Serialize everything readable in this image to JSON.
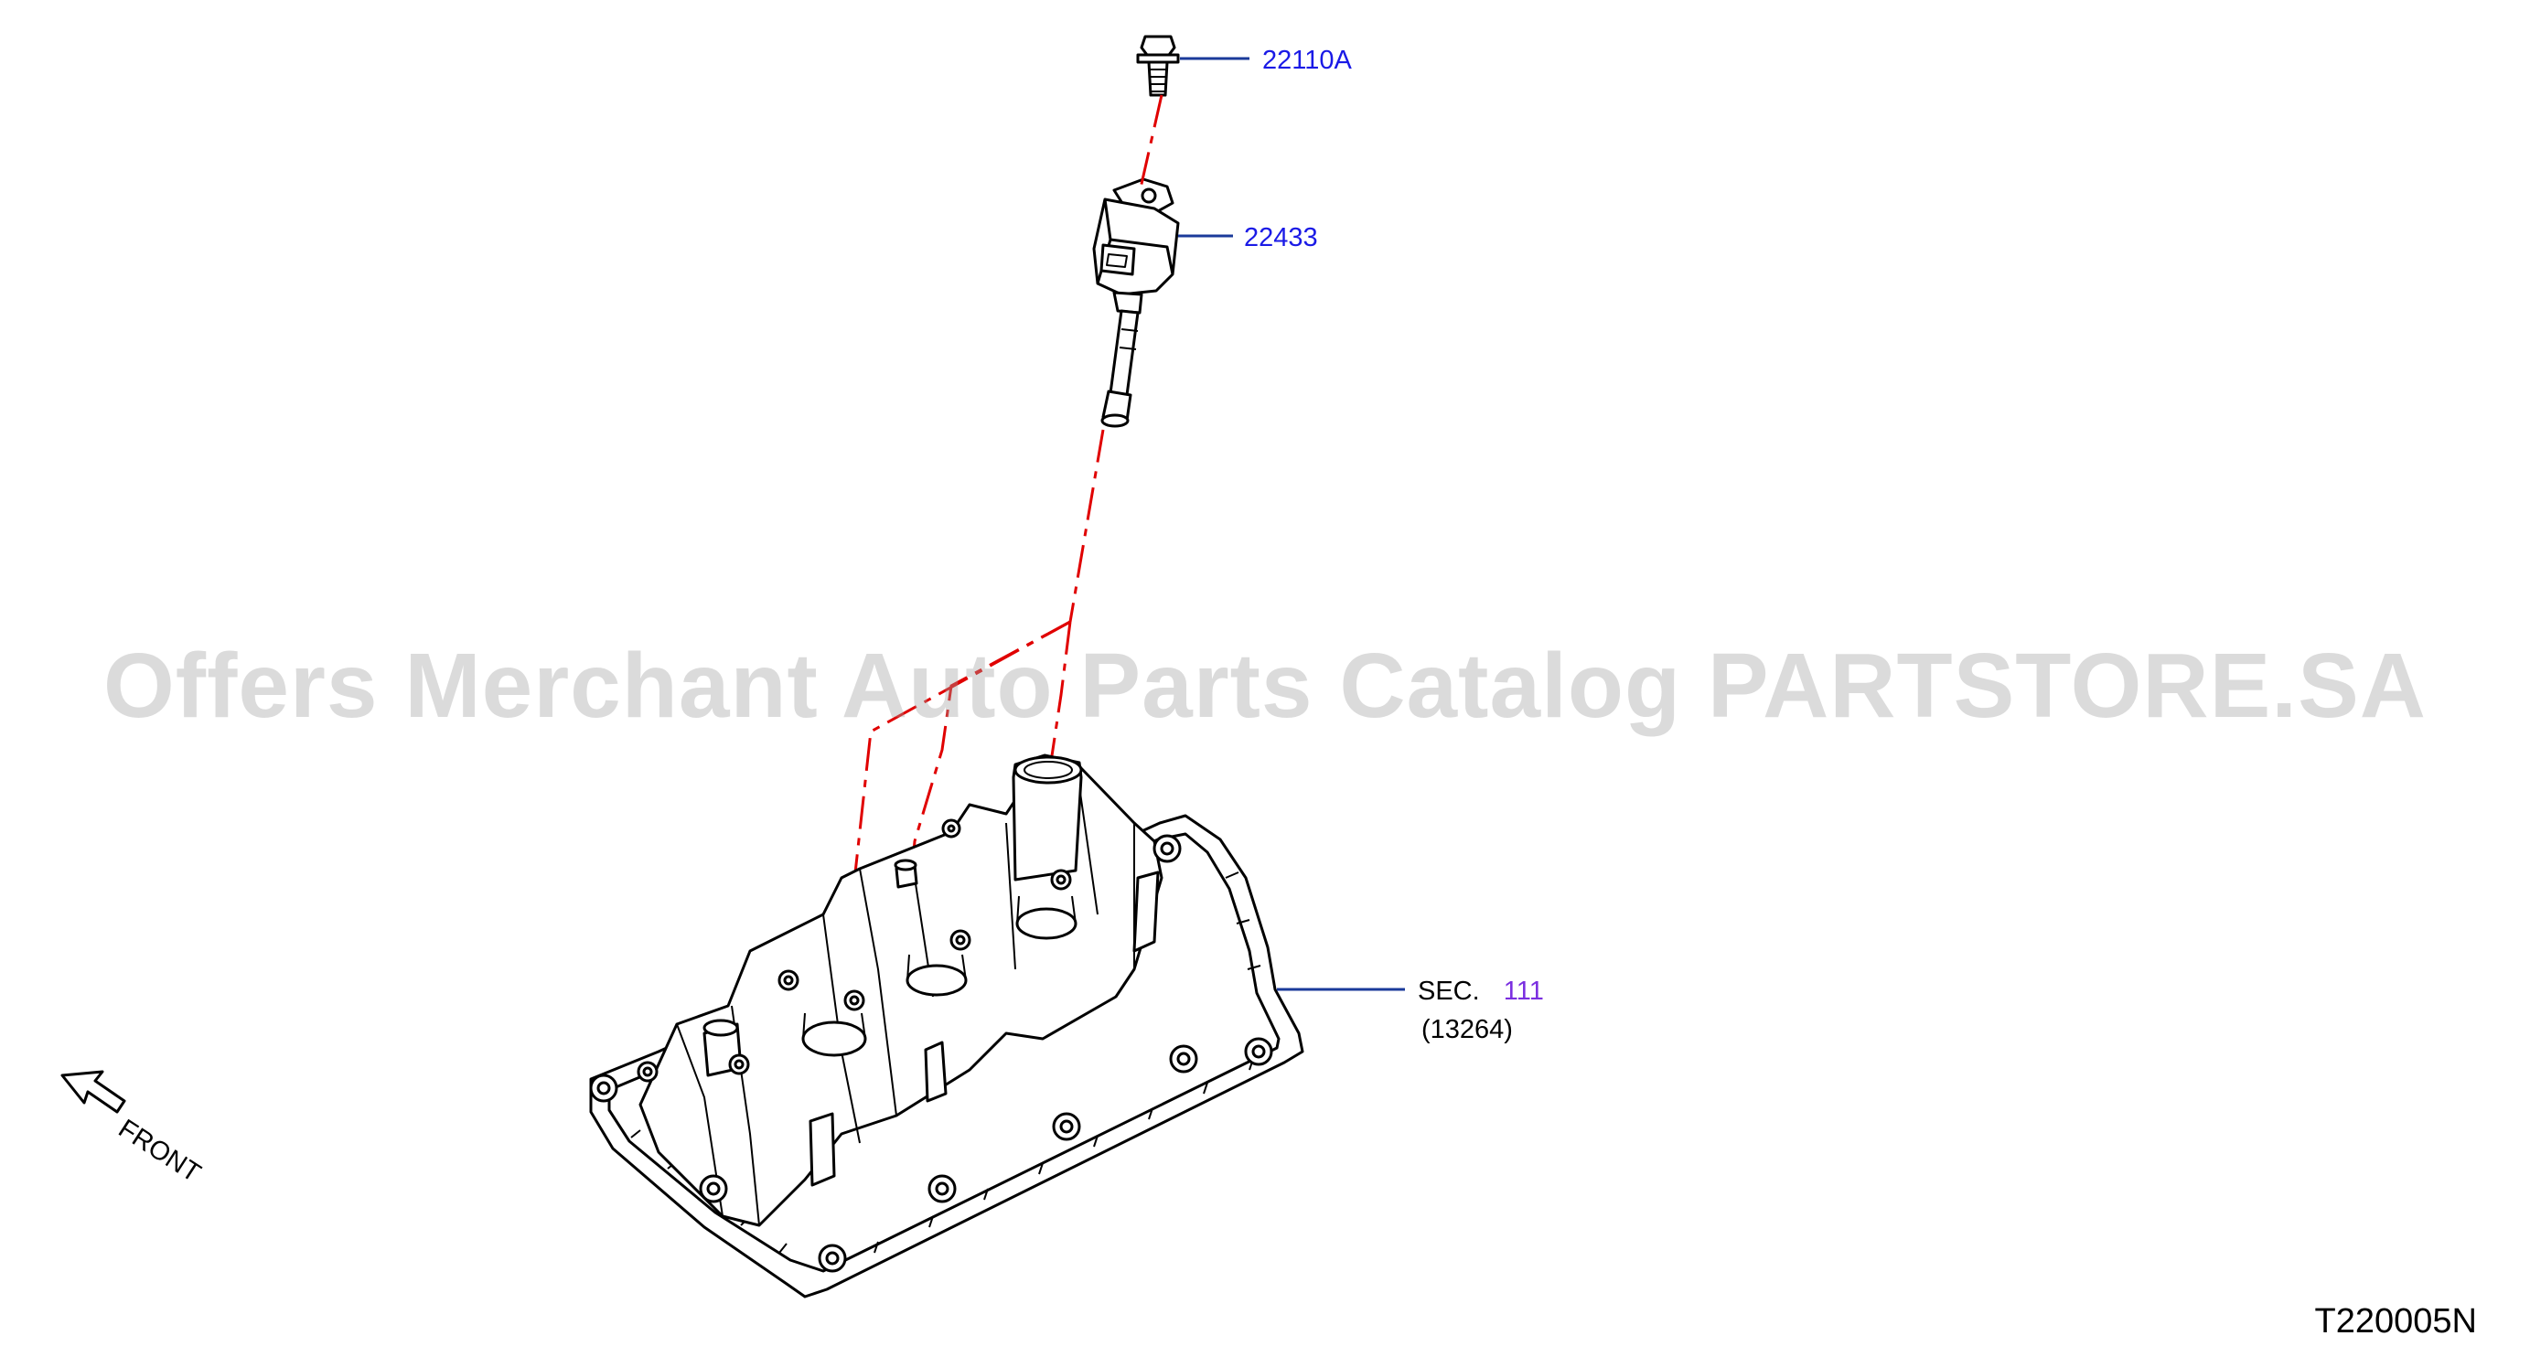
{
  "diagram": {
    "code": "T220005N",
    "watermark": "Offers Merchant Auto Parts Catalog PARTSTORE.SA",
    "direction_label": "FRONT",
    "parts": [
      {
        "ref": "22110A",
        "name": "bolt"
      },
      {
        "ref": "22433",
        "name": "ignition-coil"
      }
    ],
    "section_ref": {
      "prefix": "SEC.",
      "number": "111",
      "sub": "(13264)"
    },
    "colors": {
      "callout_text": "#1a1ae6",
      "section_number": "#7a2ee0",
      "leader_line": "#1a3a9a",
      "center_line": "#e00000",
      "outline": "#000000"
    }
  }
}
